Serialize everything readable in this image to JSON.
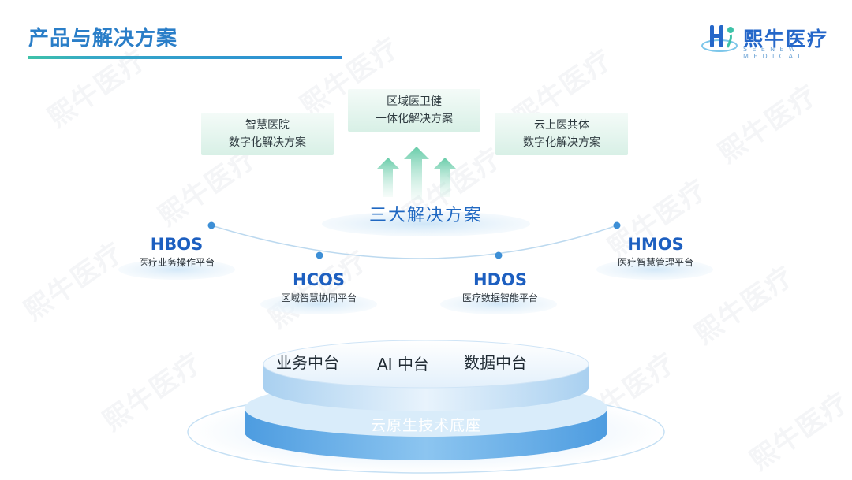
{
  "header": {
    "title": "产品与解决方案",
    "logo_text": "熙牛医疗",
    "logo_sub": "SEENEW MEDICAL"
  },
  "watermark": {
    "text": "熙牛医疗"
  },
  "solutions": {
    "items": [
      {
        "line1": "智慧医院",
        "line2": "数字化解决方案"
      },
      {
        "line1": "区域医卫健",
        "line2": "一体化解决方案"
      },
      {
        "line1": "云上医共体",
        "line2": "数字化解决方案"
      }
    ],
    "center_label": "三大解决方案"
  },
  "platforms": {
    "items": [
      {
        "name": "HBOS",
        "desc": "医疗业务操作平台"
      },
      {
        "name": "HCOS",
        "desc": "区域智慧协同平台"
      },
      {
        "name": "HDOS",
        "desc": "医疗数据智能平台"
      },
      {
        "name": "HMOS",
        "desc": "医疗智慧管理平台"
      }
    ]
  },
  "middle_platforms": {
    "items": [
      "业务中台",
      "AI 中台",
      "数据中台"
    ]
  },
  "base": {
    "label": "云原生技术底座"
  },
  "colors": {
    "title_blue": "#2a7ec8",
    "platform_blue": "#1d5fc0",
    "card_green": "#d8f0e6",
    "base_blue": "#3d8fd6"
  }
}
